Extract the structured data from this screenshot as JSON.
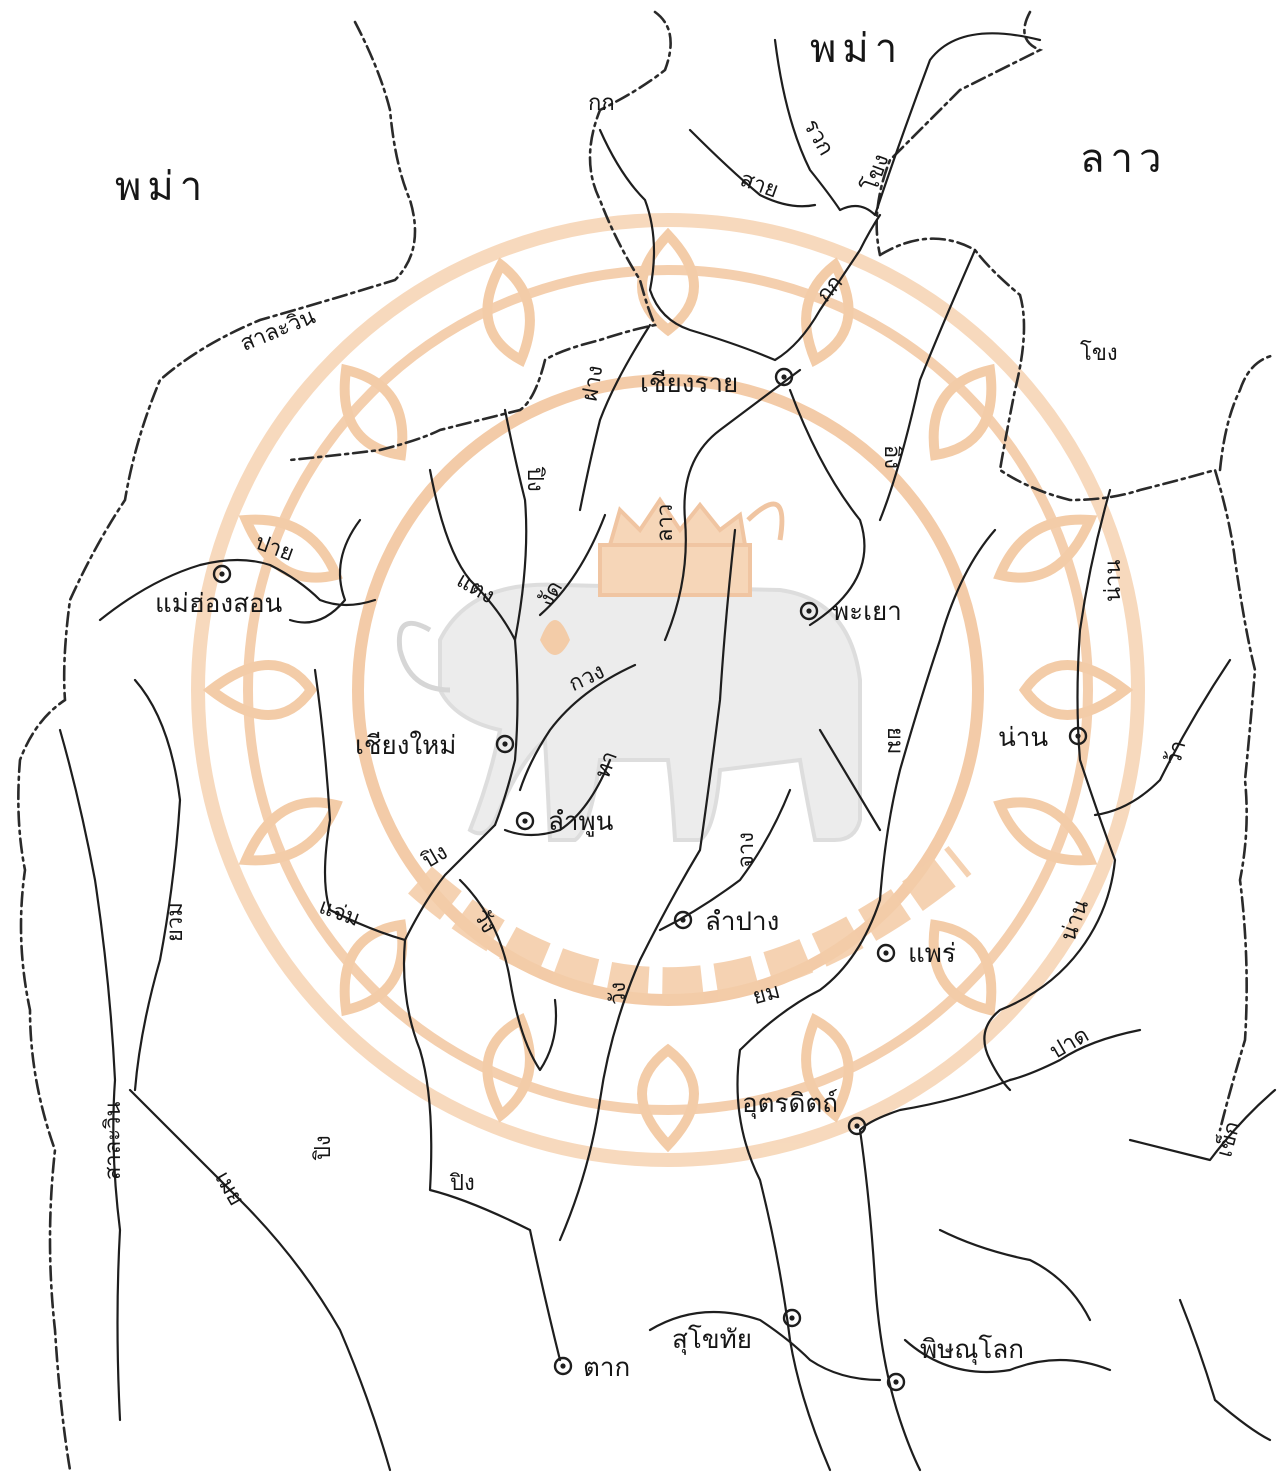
{
  "countries": {
    "burma_west": "พม่า",
    "burma_north": "พม่า",
    "laos": "ลาว"
  },
  "cities": {
    "chiang_rai": "เชียงราย",
    "mae_hong_son": "แม่ฮ่องสอน",
    "phayao": "พะเยา",
    "chiang_mai": "เชียงใหม่",
    "lamphun": "ลำพูน",
    "nan": "น่าน",
    "lampang": "ลำปาง",
    "phrae": "แพร่",
    "uttaradit": "อุตรดิตถ์",
    "sukhothai": "สุโขทัย",
    "phitsanulok": "พิษณุโลก",
    "tak": "ตาก"
  },
  "rivers": {
    "kok_1": "กก",
    "kok_2": "กก",
    "ruak": "รวก",
    "mekong_1": "โขง",
    "mekong_2": "โขง",
    "sai": "สาย",
    "salween_1": "สาละวิน",
    "salween_2": "สาละวิน",
    "fang": "ฝาง",
    "ping_1": "ปิง",
    "ping_2": "ปิง",
    "ping_3": "ปิง",
    "ing": "อิง",
    "lao": "ลาว",
    "pai": "ปาย",
    "taeng": "แตง",
    "ngat": "งัด",
    "kuang": "กวง",
    "tha": "ทา",
    "nan_1": "น่าน",
    "nan_2": "น่าน",
    "wa": "ว้า",
    "yom_1": "ยม",
    "yom_2": "ยม",
    "chaem": "แจ่ม",
    "wang_1": "วัง",
    "wang_2": "วัง",
    "jang": "จาง",
    "yuam": "ยวม",
    "moei": "เมย",
    "pad": "ปาด",
    "khek": "เข็ก"
  },
  "colors": {
    "ink": "#1e1e1e",
    "watermark": "#f2c49a",
    "watermark_light": "#f7dcc0",
    "watermark_gray": "#d9d9d9",
    "paper": "#ffffff"
  },
  "icons": {
    "city_marker": "circled-dot-icon",
    "watermark": "university-seal-elephant-icon"
  }
}
